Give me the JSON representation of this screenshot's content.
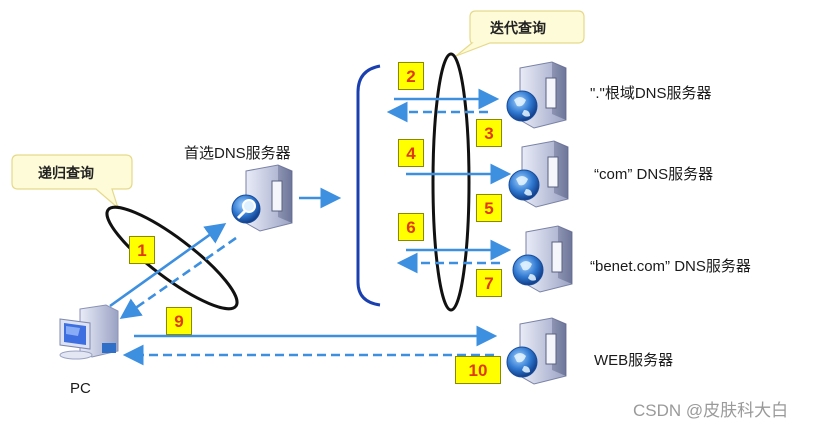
{
  "callouts": {
    "recursive": "递归查询",
    "iterative": "迭代查询"
  },
  "nodes": {
    "pc": "PC",
    "preferred_dns": "首选DNS服务器",
    "root_dns": "\".\"根域DNS服务器",
    "com_dns": "“com” DNS服务器",
    "benet_dns": "“benet.com” DNS服务器",
    "web_server": "WEB服务器"
  },
  "steps": [
    "1",
    "2",
    "3",
    "4",
    "5",
    "6",
    "7",
    "9",
    "10"
  ],
  "watermark": "CSDN @皮肤科大白",
  "colors": {
    "arrow": "#3d8fe0",
    "bracket": "#1a3fb0",
    "step_bg": "#ffff00",
    "step_text": "#e03a00",
    "callout_bg": "#fdfbd8"
  }
}
